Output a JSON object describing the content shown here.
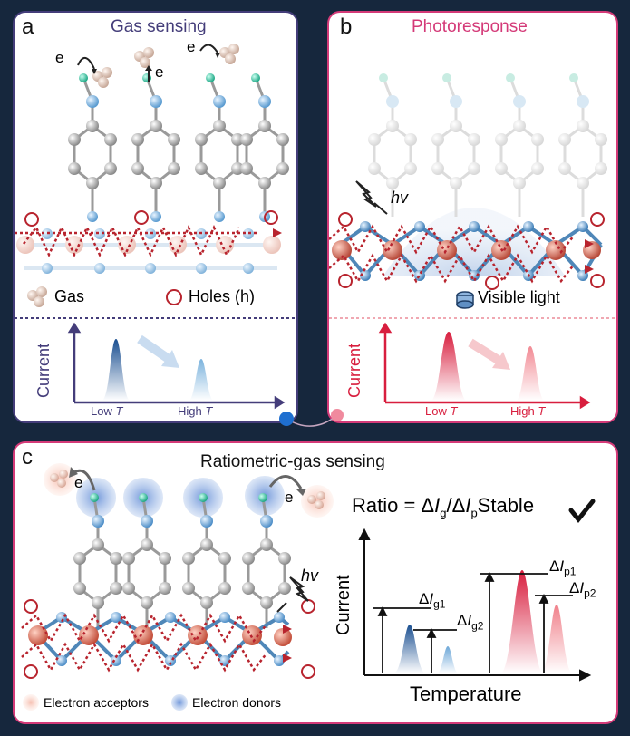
{
  "panel_a": {
    "label": "a",
    "title": "Gas sensing",
    "electron": "e",
    "legend_gas": "Gas",
    "legend_holes": "Holes (h)",
    "ylabel": "Current",
    "x_low": "Low ",
    "x_high": "High ",
    "t_var": "T"
  },
  "panel_b": {
    "label": "b",
    "title": "Photoresponse",
    "hv": "hv",
    "legend_light": "Visible light",
    "ylabel": "Current",
    "x_low": "Low ",
    "x_high": "High ",
    "t_var": "T"
  },
  "panel_c": {
    "label": "c",
    "title": "Ratiometric-gas sensing",
    "electron": "e",
    "hv": "hv",
    "ratio_prefix": "Ratio = Δ",
    "ratio_I": "I",
    "ratio_g": "g",
    "ratio_slash": "/Δ",
    "ratio_p": "p",
    "ratio_stable": "Stable",
    "ylabel": "Current",
    "xlabel": "Temperature",
    "delta": "Δ",
    "I": "I",
    "g1": "g1",
    "g2": "g2",
    "p1": "p1",
    "p2": "p2",
    "legend_acceptors": "Electron acceptors",
    "legend_donors": "Electron donors"
  },
  "colors": {
    "frame": "#16273d",
    "panel_a_border": "#443d7a",
    "panel_b_border": "#d43a78",
    "gas_title": "#443d7a",
    "photo_title": "#d43a78",
    "hole_ring": "#b8242e",
    "blue_peak": "#1a4f91",
    "red_peak": "#d81e3e"
  }
}
